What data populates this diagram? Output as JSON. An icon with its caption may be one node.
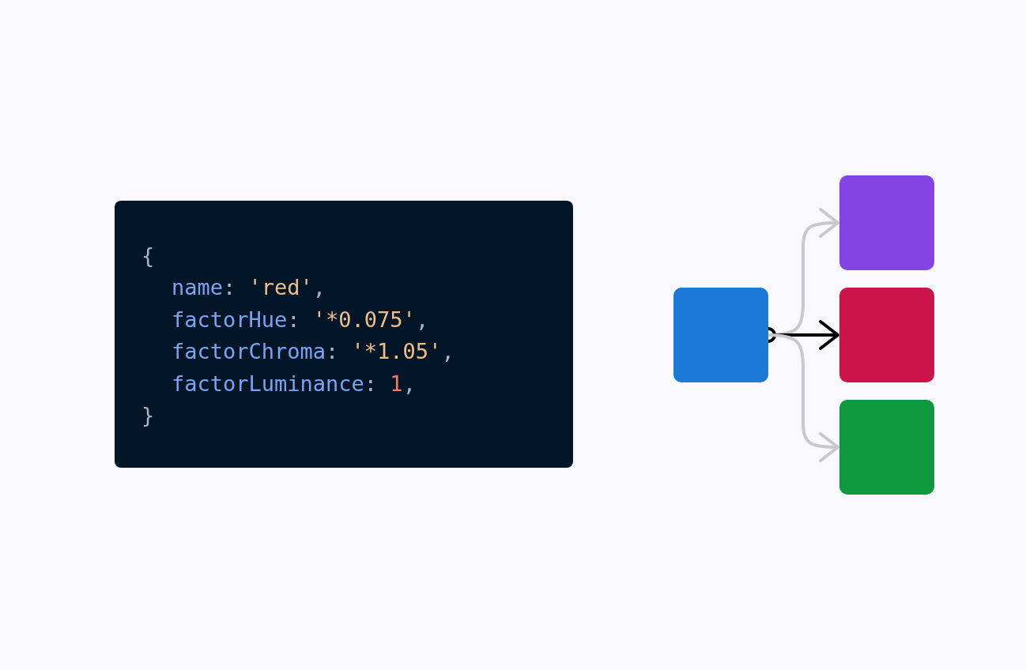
{
  "diagram": {
    "nodes": [
      {
        "text": [
          "{",
          "name: 'red',",
          "factorHue: '*0.075',",
          "factorChroma: '*1.05',",
          "factorLuminance: 1,",
          "}"
        ]
      },
      {
        "text": [],
        "shape": "box"
      },
      {
        "text": [],
        "shape": "box"
      },
      {
        "text": [],
        "shape": "box"
      },
      {
        "text": [],
        "shape": "box"
      }
    ],
    "edges": [
      {
        "from": 1,
        "to": 2,
        "arrow": "to"
      },
      {
        "from": 1,
        "to": 3,
        "arrow": "to",
        "color": "#000000"
      },
      {
        "from": 1,
        "to": 4,
        "arrow": "to"
      }
    ]
  }
}
